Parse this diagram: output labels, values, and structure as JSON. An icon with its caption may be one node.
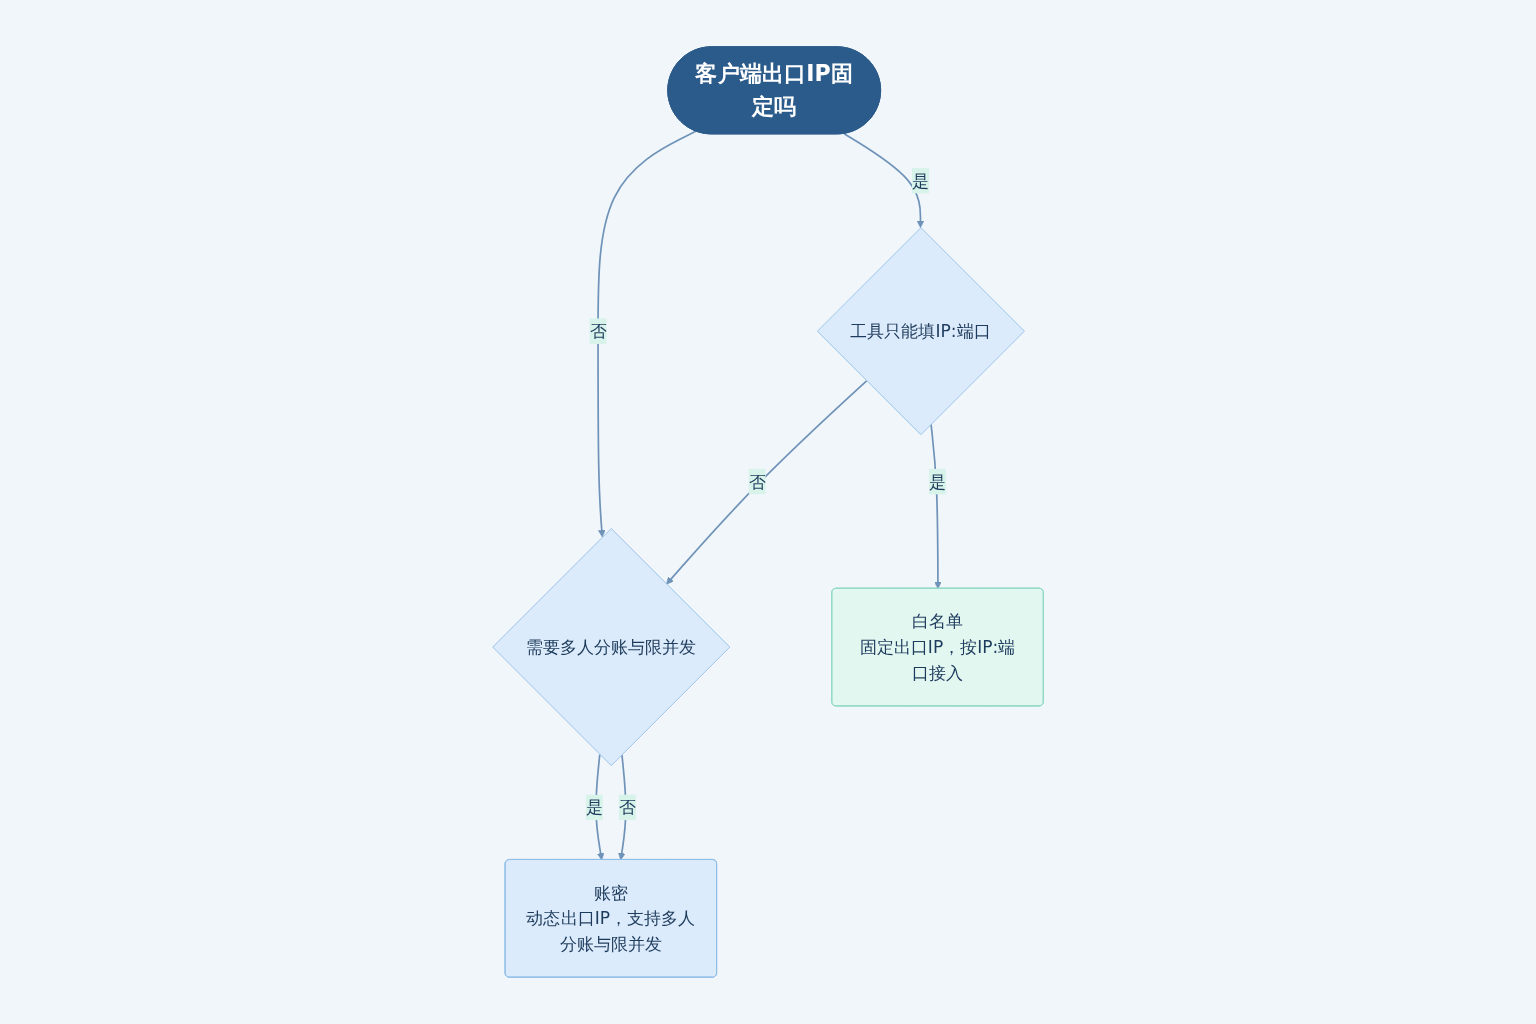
{
  "diagram": {
    "nodes": [
      {
        "text": [
          "客户端出口IP固定吗"
        ]
      },
      {
        "text": [
          "工具只能填IP:端口"
        ]
      },
      {
        "text": [
          "需要多人分账与限并发"
        ]
      },
      {
        "text": [
          "白名单",
          "固定出口IP，按IP:端口接入"
        ]
      },
      {
        "text": [
          "账密",
          "动态出口IP，支持多人分账与限并发"
        ]
      }
    ],
    "edges": [
      {
        "from": 0,
        "to": 1,
        "arrow": "to",
        "label": "是"
      },
      {
        "from": 0,
        "to": 2,
        "arrow": "to",
        "label": "否"
      },
      {
        "from": 1,
        "to": 2,
        "arrow": "to",
        "label": "否"
      },
      {
        "from": 1,
        "to": 3,
        "arrow": "to",
        "label": "是"
      },
      {
        "from": 2,
        "to": 4,
        "arrow": "to",
        "label": "是"
      },
      {
        "from": 2,
        "to": 4,
        "arrow": "to",
        "label": "否"
      }
    ]
  }
}
